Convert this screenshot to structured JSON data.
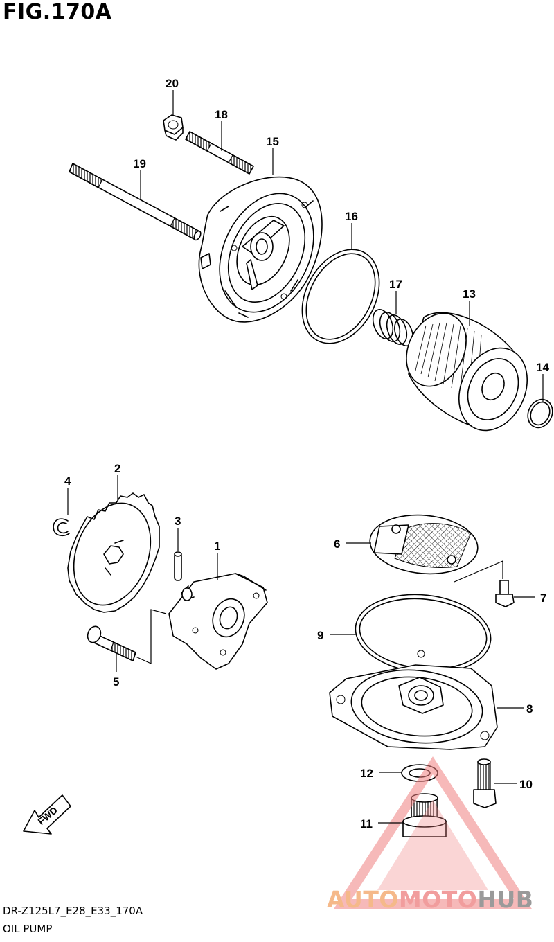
{
  "figure": {
    "title": "FIG.170A",
    "model_code": "DR-Z125L7_E28_E33_170A",
    "group_name": "OIL PUMP",
    "direction_tag": "FWD"
  },
  "parts": [
    {
      "ref": "1"
    },
    {
      "ref": "2"
    },
    {
      "ref": "3"
    },
    {
      "ref": "4"
    },
    {
      "ref": "5"
    },
    {
      "ref": "6"
    },
    {
      "ref": "7"
    },
    {
      "ref": "8"
    },
    {
      "ref": "9"
    },
    {
      "ref": "10"
    },
    {
      "ref": "11"
    },
    {
      "ref": "12"
    },
    {
      "ref": "13"
    },
    {
      "ref": "14"
    },
    {
      "ref": "15"
    },
    {
      "ref": "16"
    },
    {
      "ref": "17"
    },
    {
      "ref": "18"
    },
    {
      "ref": "19"
    },
    {
      "ref": "20"
    }
  ],
  "watermark": {
    "part1": "AUTO",
    "part2": "MOTO",
    "part3": "HUB",
    "colors": {
      "triangle": "#f08080",
      "auto": "#f5b98a",
      "moto": "#f19d9d",
      "hub": "#9a9a9a"
    }
  },
  "colors": {
    "line": "#000000",
    "background": "#ffffff"
  }
}
